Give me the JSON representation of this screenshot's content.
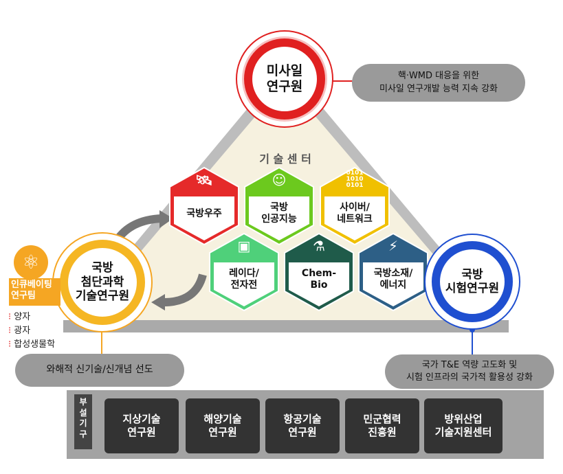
{
  "missile": {
    "title": "미사일\n연구원",
    "desc": "핵·WMD 대응을 위한\n미사일 연구개발 능력 지속 강화",
    "color": "#e02020"
  },
  "tech_center": {
    "title": "기 술 센 터",
    "items": [
      {
        "label": "국방우주",
        "icon": "satellite-icon",
        "color": "#e52a2a"
      },
      {
        "label": "국방\n인공지능",
        "icon": "ai-head-icon",
        "color": "#6cc91e"
      },
      {
        "label": "사이버/\n네트워크",
        "icon": "binary-icon",
        "icon_text": "0101\n1010\n0101",
        "color": "#f0c000"
      },
      {
        "label": "레이다/\n전자전",
        "icon": "chip-icon",
        "color": "#4fd07a"
      },
      {
        "label": "Chem-\nBio",
        "icon": "microscope-icon",
        "color": "#1f5b4a"
      },
      {
        "label": "국방소재/\n에너지",
        "icon": "energy-panel-icon",
        "color": "#2d5f86"
      }
    ]
  },
  "advanced": {
    "title": "국방\n첨단과학\n기술연구원",
    "desc": "와해적 신기술/신개념 선도",
    "color": "#f5a623"
  },
  "incubating": {
    "title": "인큐베이팅\n연구팀",
    "items": [
      "양자",
      "광자",
      "합성생물학"
    ]
  },
  "test": {
    "title": "국방\n시험연구원",
    "desc": "국가 T&E 역량 고도화 및\n시험 인프라의 국가적 활용성 강화",
    "color": "#1f4fd0"
  },
  "affiliated": {
    "label": "부\n설\n기\n구",
    "units": [
      "지상기술\n연구원",
      "해양기술\n연구원",
      "항공기술\n연구원",
      "민군협력\n진흥원",
      "방위산업\n기술지원센터"
    ]
  }
}
